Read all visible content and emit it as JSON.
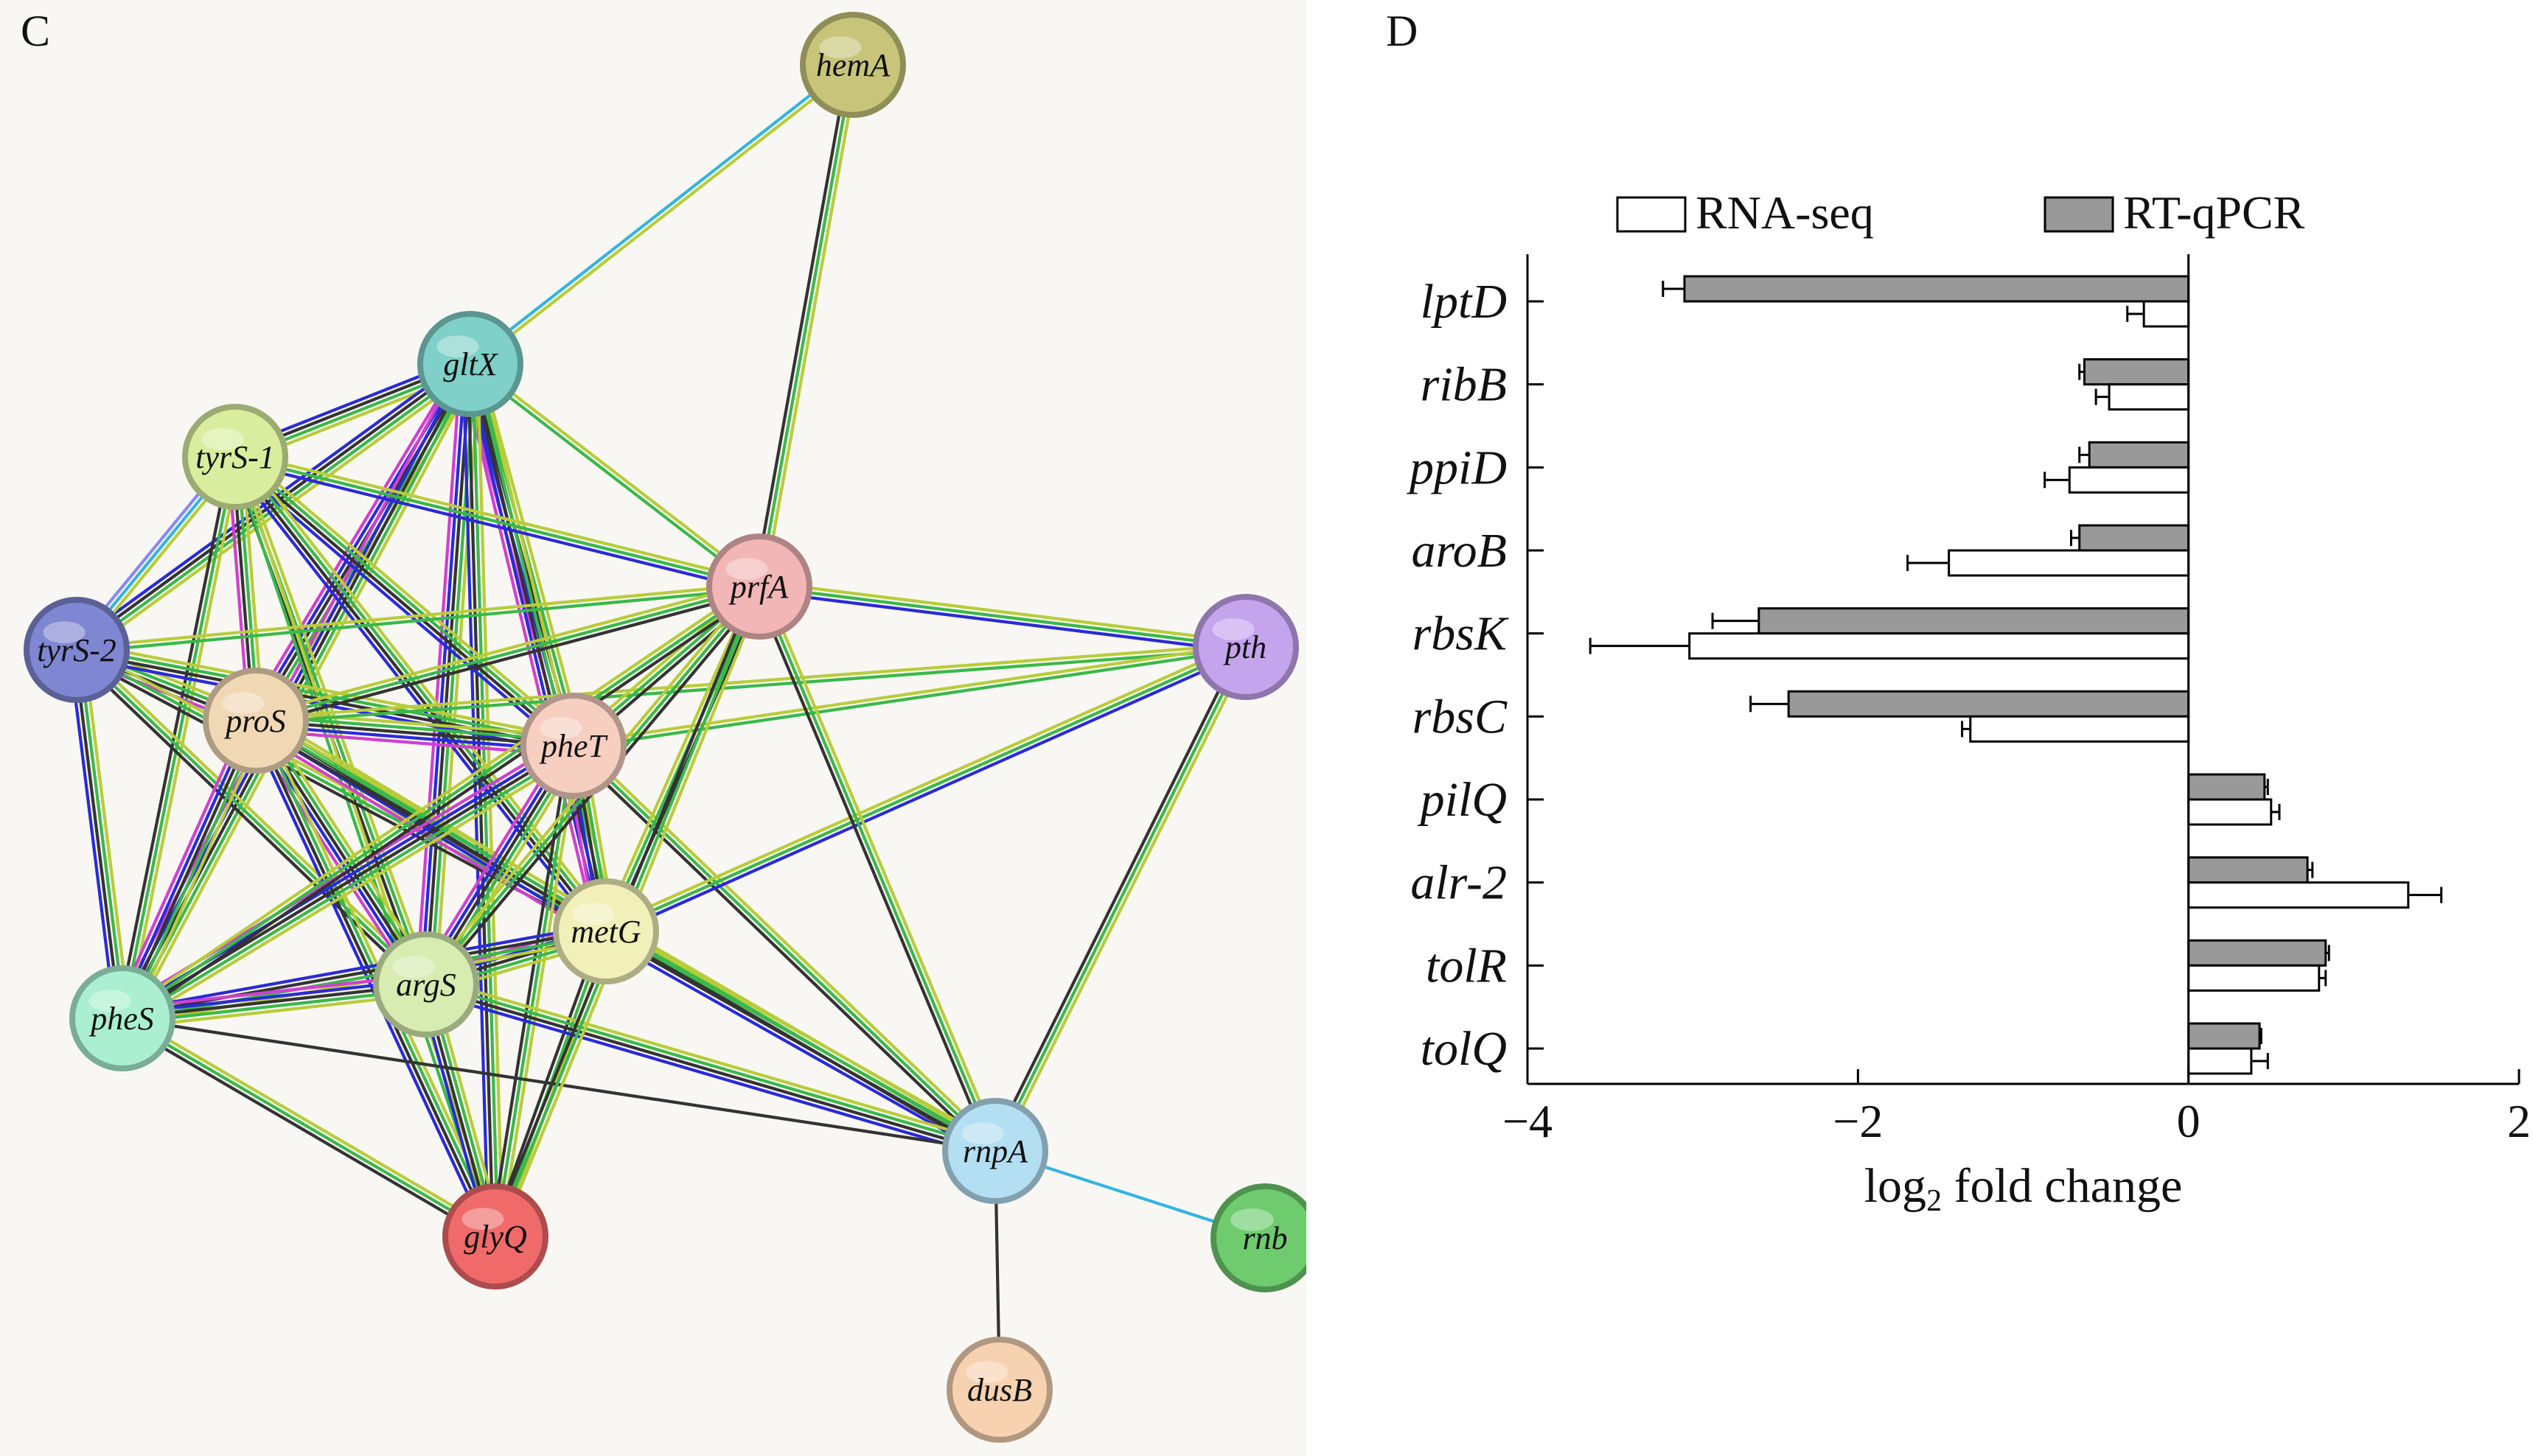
{
  "panels": {
    "left_label": "C",
    "right_label": "D"
  },
  "network": {
    "nodes": [
      {
        "id": "hemA",
        "label": "hemA",
        "color": "#c8c57a"
      },
      {
        "id": "gltX",
        "label": "gltX",
        "color": "#7fd0c8"
      },
      {
        "id": "tyrS-1",
        "label": "tyrS-1",
        "color": "#d8ee9e"
      },
      {
        "id": "prfA",
        "label": "prfA",
        "color": "#f2b6b6"
      },
      {
        "id": "tyrS-2",
        "label": "tyrS-2",
        "color": "#7f86d2"
      },
      {
        "id": "pth",
        "label": "pth",
        "color": "#c5a4ee"
      },
      {
        "id": "proS",
        "label": "proS",
        "color": "#f0d8b4"
      },
      {
        "id": "pheT",
        "label": "pheT",
        "color": "#f6cfc0"
      },
      {
        "id": "metG",
        "label": "metG",
        "color": "#f0f0b8"
      },
      {
        "id": "argS",
        "label": "argS",
        "color": "#d6ecb0"
      },
      {
        "id": "pheS",
        "label": "pheS",
        "color": "#aaf0d0"
      },
      {
        "id": "rnpA",
        "label": "rnpA",
        "color": "#b4def2"
      },
      {
        "id": "glyQ",
        "label": "glyQ",
        "color": "#f06a6a"
      },
      {
        "id": "rnb",
        "label": "rnb",
        "color": "#6ecb6e"
      },
      {
        "id": "dusB",
        "label": "dusB",
        "color": "#f6d2b0"
      }
    ],
    "edges": [
      {
        "s": "hemA",
        "t": "gltX",
        "c": [
          "#b8cc3a",
          "#34b4e0"
        ]
      },
      {
        "s": "hemA",
        "t": "prfA",
        "c": [
          "#b8cc3a",
          "#3ab84a",
          "#333333"
        ]
      },
      {
        "s": "gltX",
        "t": "tyrS-1",
        "c": [
          "#b8cc3a",
          "#3ab84a",
          "#333333",
          "#2a2ad8"
        ]
      },
      {
        "s": "gltX",
        "t": "tyrS-2",
        "c": [
          "#b8cc3a",
          "#3ab84a",
          "#333333",
          "#2a2ad8"
        ]
      },
      {
        "s": "gltX",
        "t": "proS",
        "c": [
          "#b8cc3a",
          "#3ab84a",
          "#333333",
          "#2a2ad8",
          "#d040d0"
        ]
      },
      {
        "s": "gltX",
        "t": "pheT",
        "c": [
          "#b8cc3a",
          "#3ab84a",
          "#333333",
          "#2a2ad8",
          "#d040d0"
        ]
      },
      {
        "s": "gltX",
        "t": "metG",
        "c": [
          "#b8cc3a",
          "#3ab84a",
          "#333333",
          "#2a2ad8",
          "#d040d0"
        ]
      },
      {
        "s": "gltX",
        "t": "argS",
        "c": [
          "#b8cc3a",
          "#3ab84a",
          "#333333",
          "#2a2ad8",
          "#d040d0"
        ]
      },
      {
        "s": "gltX",
        "t": "pheS",
        "c": [
          "#b8cc3a",
          "#3ab84a",
          "#333333",
          "#2a2ad8",
          "#d040d0"
        ]
      },
      {
        "s": "gltX",
        "t": "prfA",
        "c": [
          "#b8cc3a",
          "#3ab84a"
        ]
      },
      {
        "s": "gltX",
        "t": "glyQ",
        "c": [
          "#b8cc3a",
          "#3ab84a",
          "#333333",
          "#2a2ad8"
        ]
      },
      {
        "s": "tyrS-1",
        "t": "tyrS-2",
        "c": [
          "#b8cc3a",
          "#34b4e0",
          "#8888ff"
        ]
      },
      {
        "s": "tyrS-1",
        "t": "proS",
        "c": [
          "#b8cc3a",
          "#3ab84a",
          "#333333",
          "#d040d0"
        ]
      },
      {
        "s": "tyrS-1",
        "t": "pheT",
        "c": [
          "#b8cc3a",
          "#3ab84a",
          "#333333",
          "#2a2ad8"
        ]
      },
      {
        "s": "tyrS-1",
        "t": "metG",
        "c": [
          "#b8cc3a",
          "#3ab84a",
          "#333333",
          "#2a2ad8"
        ]
      },
      {
        "s": "tyrS-1",
        "t": "argS",
        "c": [
          "#b8cc3a",
          "#3ab84a",
          "#333333"
        ]
      },
      {
        "s": "tyrS-1",
        "t": "pheS",
        "c": [
          "#b8cc3a",
          "#3ab84a",
          "#333333"
        ]
      },
      {
        "s": "tyrS-1",
        "t": "prfA",
        "c": [
          "#b8cc3a",
          "#3ab84a",
          "#2a2ad8"
        ]
      },
      {
        "s": "tyrS-1",
        "t": "glyQ",
        "c": [
          "#b8cc3a",
          "#3ab84a"
        ]
      },
      {
        "s": "tyrS-2",
        "t": "proS",
        "c": [
          "#b8cc3a",
          "#3ab84a",
          "#333333",
          "#d040d0"
        ]
      },
      {
        "s": "tyrS-2",
        "t": "pheT",
        "c": [
          "#b8cc3a",
          "#3ab84a",
          "#333333",
          "#2a2ad8"
        ]
      },
      {
        "s": "tyrS-2",
        "t": "metG",
        "c": [
          "#b8cc3a",
          "#3ab84a",
          "#333333"
        ]
      },
      {
        "s": "tyrS-2",
        "t": "argS",
        "c": [
          "#b8cc3a",
          "#3ab84a",
          "#333333"
        ]
      },
      {
        "s": "tyrS-2",
        "t": "pheS",
        "c": [
          "#b8cc3a",
          "#3ab84a",
          "#333333",
          "#2a2ad8"
        ]
      },
      {
        "s": "tyrS-2",
        "t": "prfA",
        "c": [
          "#b8cc3a",
          "#3ab84a"
        ]
      },
      {
        "s": "proS",
        "t": "pheT",
        "c": [
          "#b8cc3a",
          "#3ab84a",
          "#333333",
          "#2a2ad8",
          "#d040d0"
        ]
      },
      {
        "s": "proS",
        "t": "metG",
        "c": [
          "#b8cc3a",
          "#3ab84a",
          "#333333",
          "#2a2ad8",
          "#d040d0"
        ]
      },
      {
        "s": "proS",
        "t": "argS",
        "c": [
          "#b8cc3a",
          "#3ab84a",
          "#333333",
          "#2a2ad8",
          "#d040d0"
        ]
      },
      {
        "s": "proS",
        "t": "pheS",
        "c": [
          "#b8cc3a",
          "#3ab84a",
          "#333333",
          "#2a2ad8",
          "#d040d0"
        ]
      },
      {
        "s": "proS",
        "t": "prfA",
        "c": [
          "#b8cc3a",
          "#3ab84a",
          "#333333"
        ]
      },
      {
        "s": "proS",
        "t": "glyQ",
        "c": [
          "#b8cc3a",
          "#3ab84a",
          "#333333",
          "#2a2ad8"
        ]
      },
      {
        "s": "proS",
        "t": "rnpA",
        "c": [
          "#b8cc3a",
          "#3ab84a",
          "#333333"
        ]
      },
      {
        "s": "proS",
        "t": "pth",
        "c": [
          "#b8cc3a",
          "#3ab84a"
        ]
      },
      {
        "s": "pheT",
        "t": "metG",
        "c": [
          "#b8cc3a",
          "#3ab84a",
          "#333333",
          "#2a2ad8",
          "#d040d0"
        ]
      },
      {
        "s": "pheT",
        "t": "argS",
        "c": [
          "#b8cc3a",
          "#3ab84a",
          "#333333",
          "#2a2ad8",
          "#d040d0"
        ]
      },
      {
        "s": "pheT",
        "t": "pheS",
        "c": [
          "#b8cc3a",
          "#3ab84a",
          "#333333",
          "#2a2ad8",
          "#d040d0"
        ]
      },
      {
        "s": "pheT",
        "t": "prfA",
        "c": [
          "#b8cc3a",
          "#3ab84a",
          "#333333"
        ]
      },
      {
        "s": "pheT",
        "t": "glyQ",
        "c": [
          "#b8cc3a",
          "#3ab84a",
          "#333333"
        ]
      },
      {
        "s": "pheT",
        "t": "rnpA",
        "c": [
          "#b8cc3a",
          "#3ab84a",
          "#333333"
        ]
      },
      {
        "s": "pheT",
        "t": "pth",
        "c": [
          "#b8cc3a",
          "#3ab84a"
        ]
      },
      {
        "s": "metG",
        "t": "argS",
        "c": [
          "#b8cc3a",
          "#3ab84a",
          "#333333",
          "#2a2ad8",
          "#d040d0"
        ]
      },
      {
        "s": "metG",
        "t": "pheS",
        "c": [
          "#b8cc3a",
          "#3ab84a",
          "#333333",
          "#2a2ad8"
        ]
      },
      {
        "s": "metG",
        "t": "prfA",
        "c": [
          "#b8cc3a",
          "#3ab84a",
          "#333333"
        ]
      },
      {
        "s": "metG",
        "t": "glyQ",
        "c": [
          "#b8cc3a",
          "#3ab84a",
          "#333333"
        ]
      },
      {
        "s": "metG",
        "t": "rnpA",
        "c": [
          "#b8cc3a",
          "#3ab84a",
          "#333333",
          "#2a2ad8"
        ]
      },
      {
        "s": "metG",
        "t": "pth",
        "c": [
          "#b8cc3a",
          "#3ab84a",
          "#2a2ad8"
        ]
      },
      {
        "s": "argS",
        "t": "pheS",
        "c": [
          "#b8cc3a",
          "#3ab84a",
          "#333333",
          "#2a2ad8",
          "#d040d0"
        ]
      },
      {
        "s": "argS",
        "t": "prfA",
        "c": [
          "#b8cc3a",
          "#3ab84a",
          "#333333"
        ]
      },
      {
        "s": "argS",
        "t": "glyQ",
        "c": [
          "#b8cc3a",
          "#3ab84a",
          "#333333",
          "#2a2ad8"
        ]
      },
      {
        "s": "argS",
        "t": "rnpA",
        "c": [
          "#b8cc3a",
          "#3ab84a",
          "#333333",
          "#2a2ad8"
        ]
      },
      {
        "s": "pheS",
        "t": "prfA",
        "c": [
          "#b8cc3a",
          "#3ab84a",
          "#333333"
        ]
      },
      {
        "s": "pheS",
        "t": "glyQ",
        "c": [
          "#b8cc3a",
          "#3ab84a",
          "#333333"
        ]
      },
      {
        "s": "pheS",
        "t": "rnpA",
        "c": [
          "#333333"
        ]
      },
      {
        "s": "prfA",
        "t": "pth",
        "c": [
          "#b8cc3a",
          "#3ab84a",
          "#2a2ad8"
        ]
      },
      {
        "s": "prfA",
        "t": "rnpA",
        "c": [
          "#b8cc3a",
          "#3ab84a",
          "#333333"
        ]
      },
      {
        "s": "prfA",
        "t": "glyQ",
        "c": [
          "#b8cc3a",
          "#3ab84a",
          "#333333"
        ]
      },
      {
        "s": "pth",
        "t": "rnpA",
        "c": [
          "#b8cc3a",
          "#3ab84a",
          "#333333"
        ]
      },
      {
        "s": "rnpA",
        "t": "rnb",
        "c": [
          "#34b4e0"
        ]
      },
      {
        "s": "rnpA",
        "t": "dusB",
        "c": [
          "#333333"
        ]
      }
    ]
  },
  "chart_data": {
    "type": "bar",
    "orientation": "horizontal",
    "categories": [
      "lptD",
      "ribB",
      "ppiD",
      "aroB",
      "rbsK",
      "rbsC",
      "pilQ",
      "alr-2",
      "tolR",
      "tolQ"
    ],
    "series": [
      {
        "name": "RNA-seq",
        "color": "#ffffff",
        "values": [
          -0.27,
          -0.48,
          -0.72,
          -1.45,
          -3.02,
          -1.32,
          0.5,
          1.33,
          0.79,
          0.38
        ],
        "errors": [
          0.1,
          0.08,
          0.15,
          0.25,
          0.6,
          0.05,
          0.05,
          0.2,
          0.04,
          0.1
        ]
      },
      {
        "name": "RT-qPCR",
        "color": "#999999",
        "values": [
          -3.05,
          -0.63,
          -0.6,
          -0.66,
          -2.6,
          -2.42,
          0.46,
          0.72,
          0.83,
          0.43
        ],
        "errors": [
          0.13,
          0.03,
          0.06,
          0.05,
          0.28,
          0.23,
          0.02,
          0.03,
          0.02,
          0.01
        ]
      }
    ],
    "xlabel_main": "log",
    "xlabel_sub": "2",
    "xlabel_rest": " fold change",
    "xlim": [
      -4,
      2
    ],
    "xticks": [
      -4,
      -2,
      0,
      2
    ],
    "xtick_labels": [
      "−4",
      "−2",
      "0",
      "2"
    ],
    "legend_position": "top",
    "grid": false
  }
}
